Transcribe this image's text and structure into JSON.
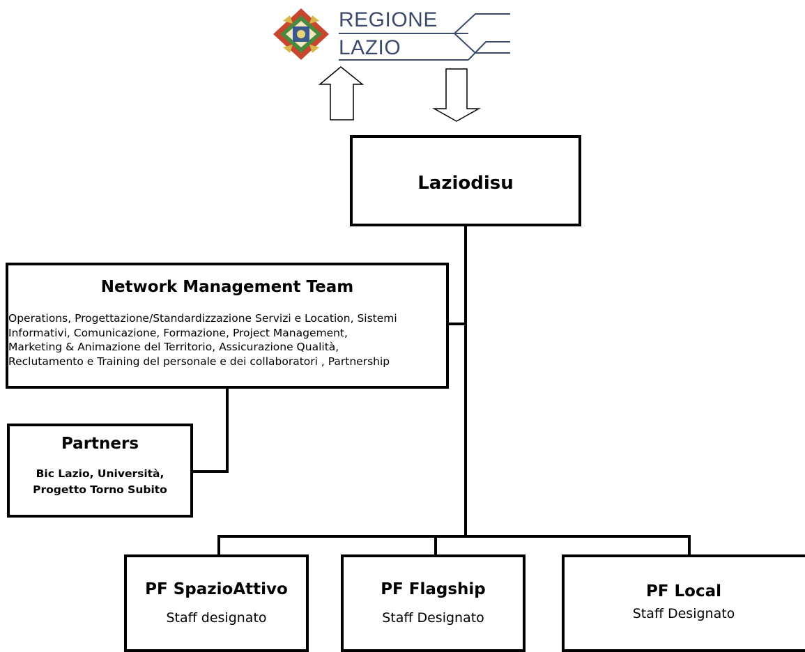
{
  "logo": {
    "line1": "REGIONE",
    "line2": "LAZIO"
  },
  "arrows": [
    {
      "direction": "up"
    },
    {
      "direction": "down"
    }
  ],
  "laziodisu": {
    "title": "Laziodisu"
  },
  "network_team": {
    "title": "Network Management Team",
    "lines": [
      "Operations, Progettazione/Standardizzazione Servizi e Location, Sistemi",
      "Informativi, Comunicazione, Formazione, Project Management,",
      "Marketing & Animazione del Territorio, Assicurazione Qualità,",
      "Reclutamento e Training del personale e dei collaboratori , Partnership"
    ]
  },
  "partners": {
    "title": "Partners",
    "lines": [
      "Bic Lazio, Università,",
      "Progetto Torno Subito"
    ]
  },
  "pf_units": [
    {
      "title": "PF SpazioAttivo",
      "subtitle": "Staff designato"
    },
    {
      "title": "PF Flagship",
      "subtitle": "Staff Designato"
    },
    {
      "title": "PF Local",
      "subtitle": "Staff Designato"
    }
  ]
}
